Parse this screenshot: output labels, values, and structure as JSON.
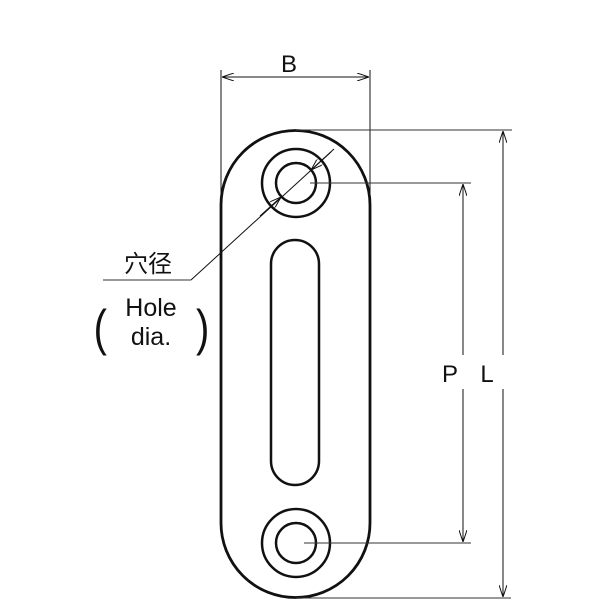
{
  "labels": {
    "width": "B",
    "pitch": "P",
    "length": "L",
    "hole_dia_jp": "穴径",
    "hole_dia_en_line1": "Hole",
    "hole_dia_en_line2": "dia.",
    "paren_open": "(",
    "paren_close": ")"
  },
  "colors": {
    "line": "#111111",
    "thin": "#333333"
  }
}
